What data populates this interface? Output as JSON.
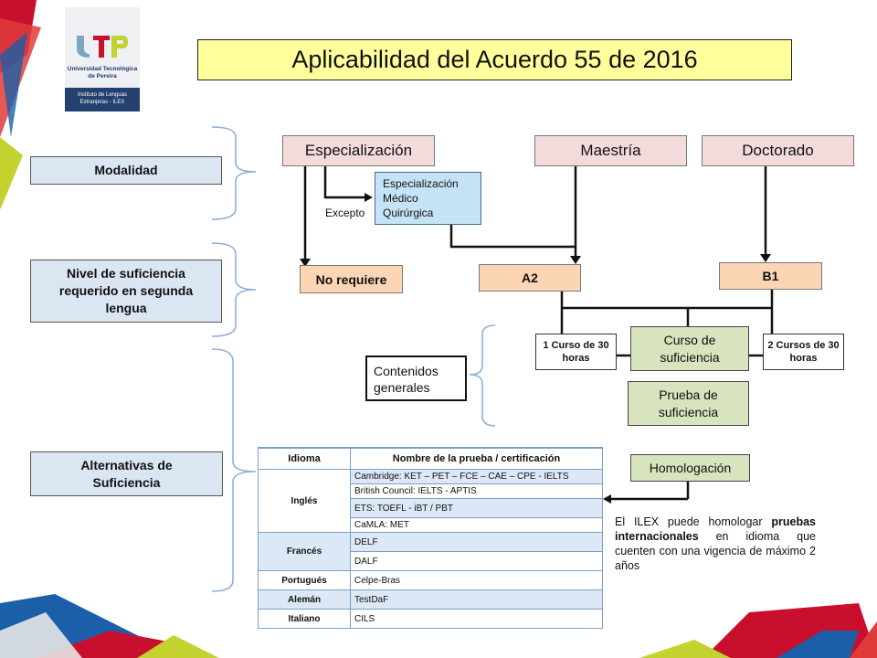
{
  "logo": {
    "university": "Universidad Tecnológica de Pereira",
    "institute": "Instituto de Lenguas Extranjeras - ILEX"
  },
  "title": "Aplicabilidad del Acuerdo 55 de 2016",
  "left_labels": {
    "modalidad": "Modalidad",
    "nivel": "Nivel de suficiencia requerido en segunda lengua",
    "alternativas": "Alternativas de Suficiencia"
  },
  "programs": {
    "especializacion": "Especialización",
    "maestria": "Maestría",
    "doctorado": "Doctorado"
  },
  "exception": {
    "label": "Excepto",
    "program_line1": "Especialización",
    "program_line2": "Médico",
    "program_line3": "Quirúrgica"
  },
  "levels": {
    "no_requiere": "No requiere",
    "a2": "A2",
    "b1": "B1"
  },
  "options": {
    "a2_course": "1 Curso de 30 horas",
    "b1_course": "2 Cursos de 30 horas",
    "curso": "Curso de suficiencia",
    "prueba": "Prueba de suficiencia",
    "homologacion": "Homologación",
    "contenidos": "Contenidos generales"
  },
  "note": {
    "prefix": "El ILEX puede homologar ",
    "bold": "pruebas internacionales",
    "suffix": " en idioma que cuenten con una vigencia de máximo 2 años"
  },
  "table": {
    "header_language": "Idioma",
    "header_test": "Nombre de la prueba / certificación",
    "rows": [
      {
        "language": "Inglés",
        "tests": [
          "Cambridge: KET – PET – FCE – CAE – CPE - IELTS",
          "British Council: IELTS - APTIS",
          "ETS: TOEFL - iBT / PBT",
          "CaMLA: MET"
        ]
      },
      {
        "language": "Francés",
        "tests": [
          "DELF",
          "DALF"
        ]
      },
      {
        "language": "Portugués",
        "tests": [
          "Celpe-Bras"
        ]
      },
      {
        "language": "Alemán",
        "tests": [
          "TestDaF"
        ]
      },
      {
        "language": "Italiano",
        "tests": [
          "CILS"
        ]
      }
    ]
  },
  "colors": {
    "title_bg": "#ffff9c",
    "label_bg": "#dbe6f3",
    "program_bg": "#f2dcdb",
    "level_bg": "#fcd5b5",
    "option_bg": "#d7e4bd",
    "exception_bg": "#c6e2f7",
    "brace_color": "#8fb0d8"
  }
}
